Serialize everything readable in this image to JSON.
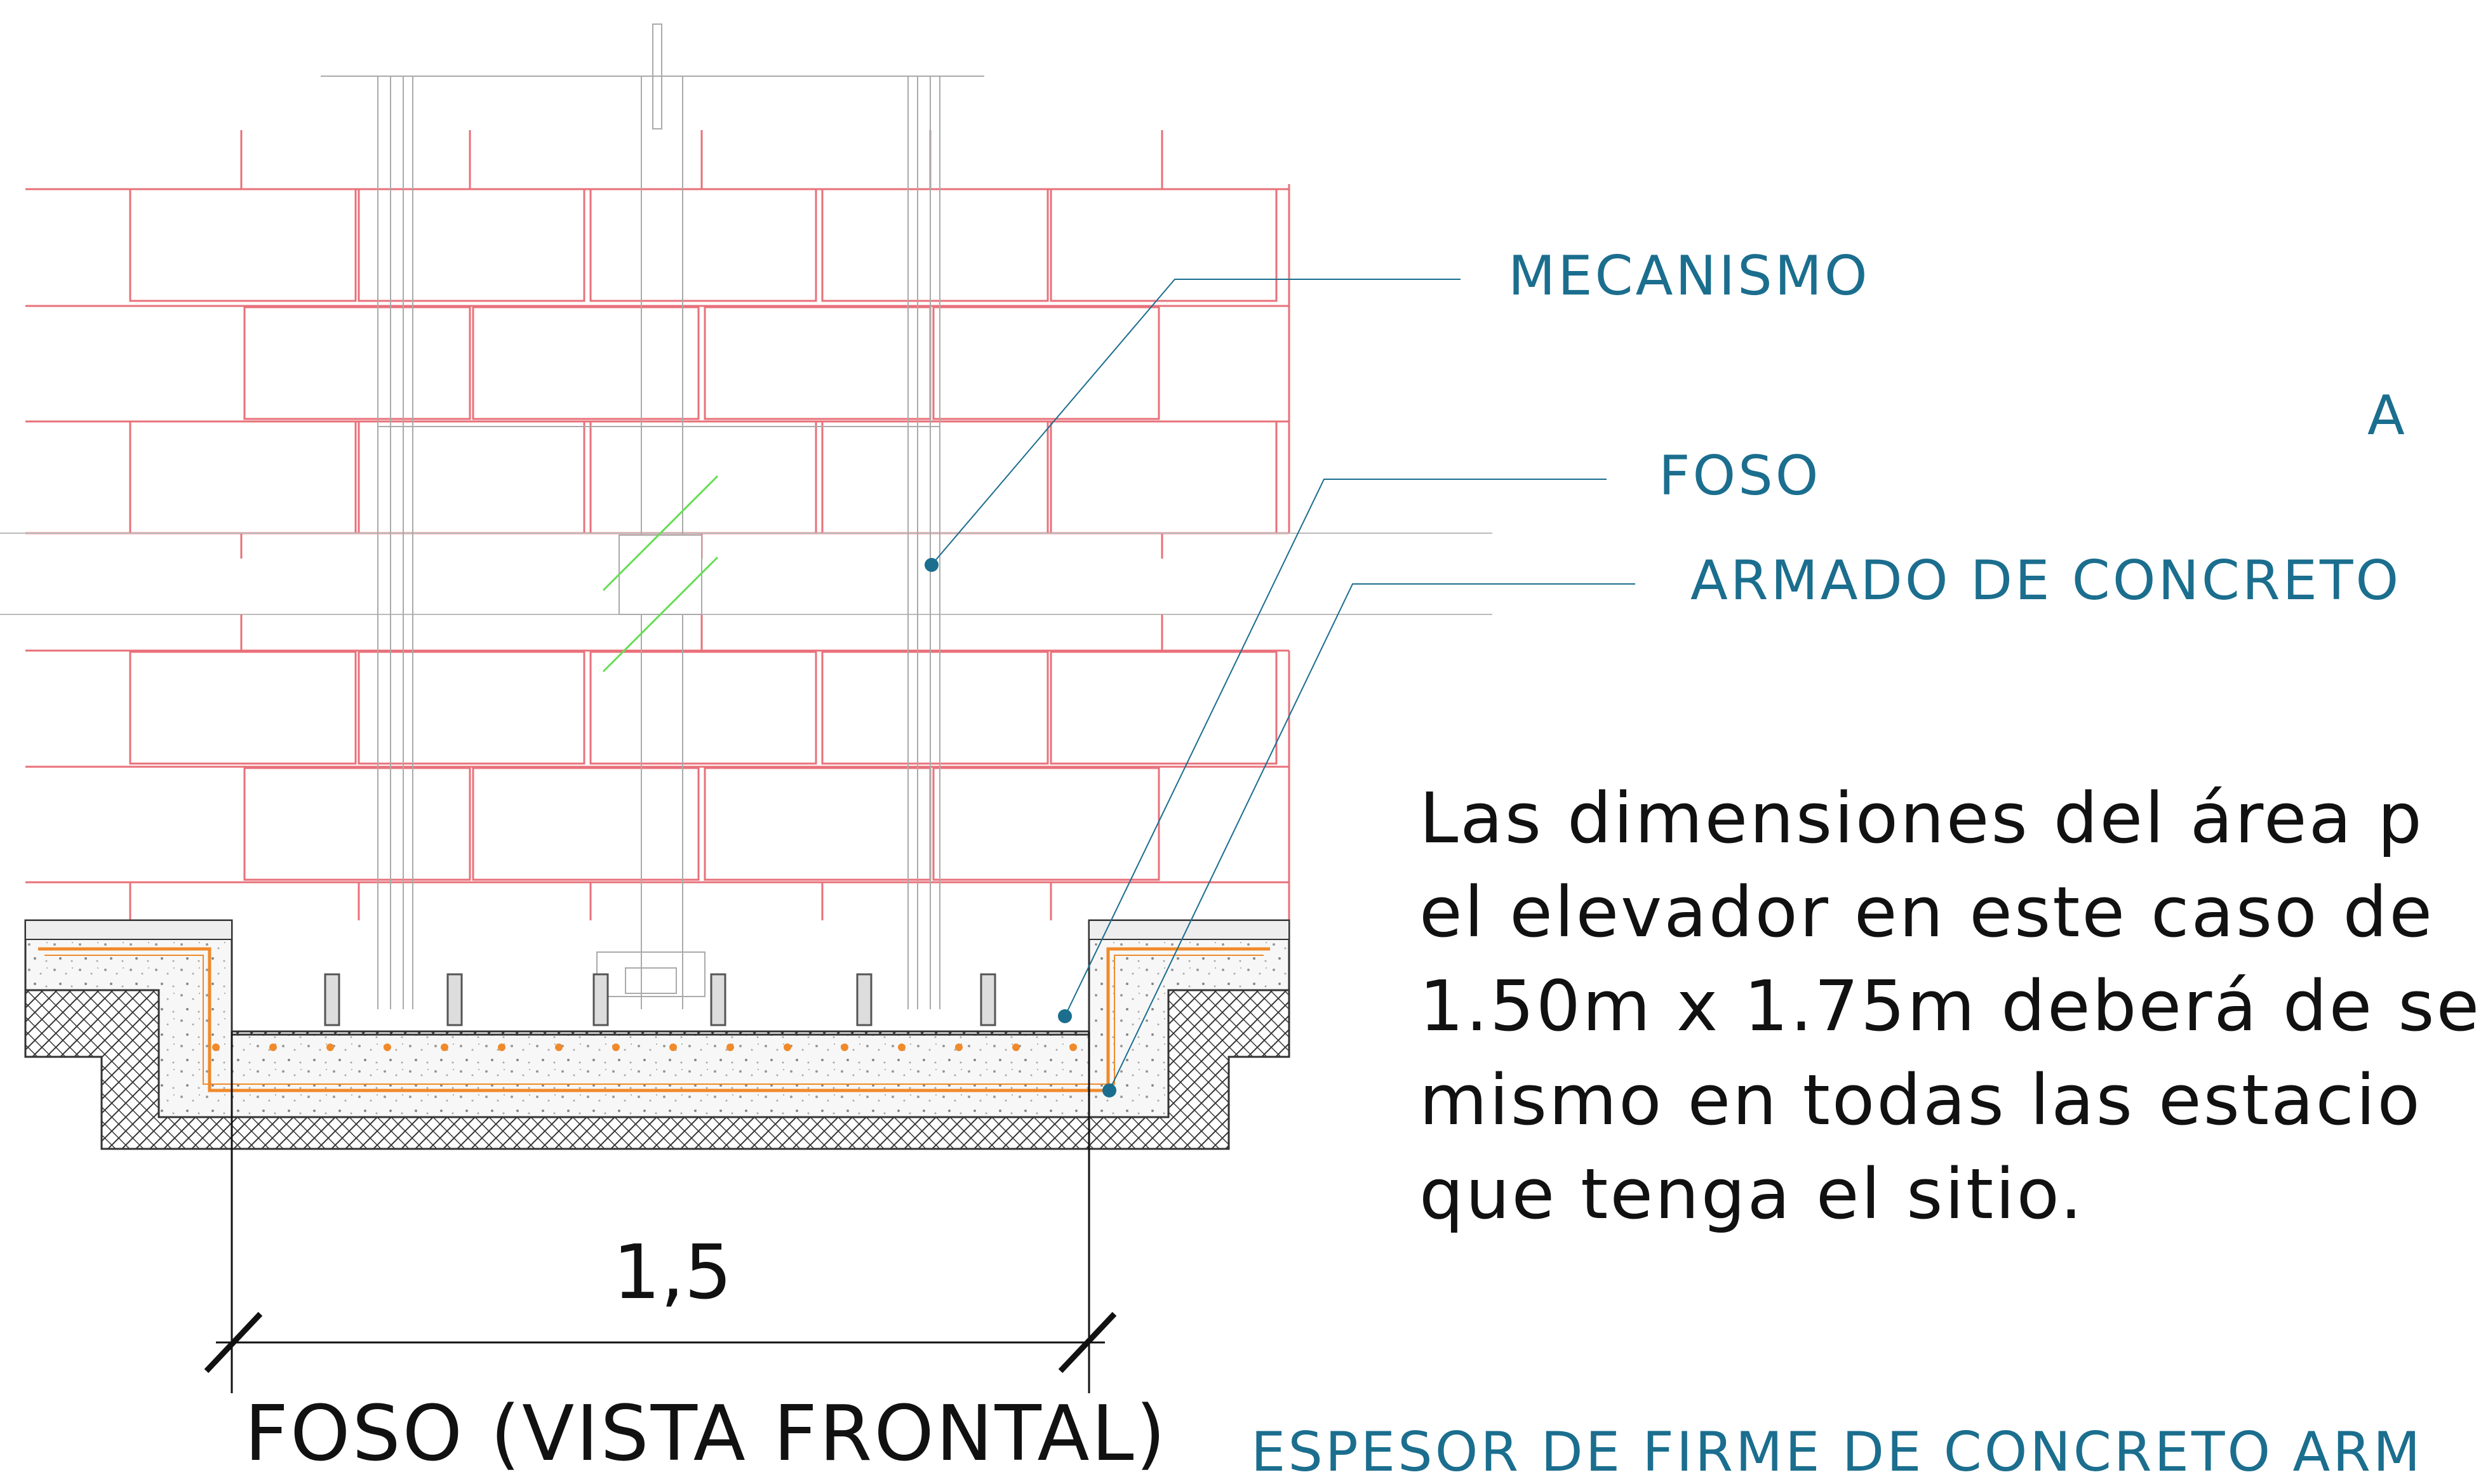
{
  "labels": {
    "mecanismo": "MECANISMO",
    "foso": "FOSO",
    "armado": "ARMADO DE CONCRETO",
    "cut_label": "A",
    "espesor": "ESPESOR DE FIRME DE CONCRETO ARM"
  },
  "note": {
    "lines": [
      "Las dimensiones del área p",
      "el elevador en este caso de",
      "1.50m x 1.75m deberá de se",
      "mismo en todas las estacio",
      "que tenga el sitio."
    ]
  },
  "dimension": {
    "value": "1,5"
  },
  "title": "FOSO (VISTA FRONTAL)",
  "colors": {
    "brick": "#e8707a",
    "label": "#1b6e8e",
    "rebar": "#f08a2a",
    "break_mark": "#66dd55",
    "text": "#111111"
  }
}
